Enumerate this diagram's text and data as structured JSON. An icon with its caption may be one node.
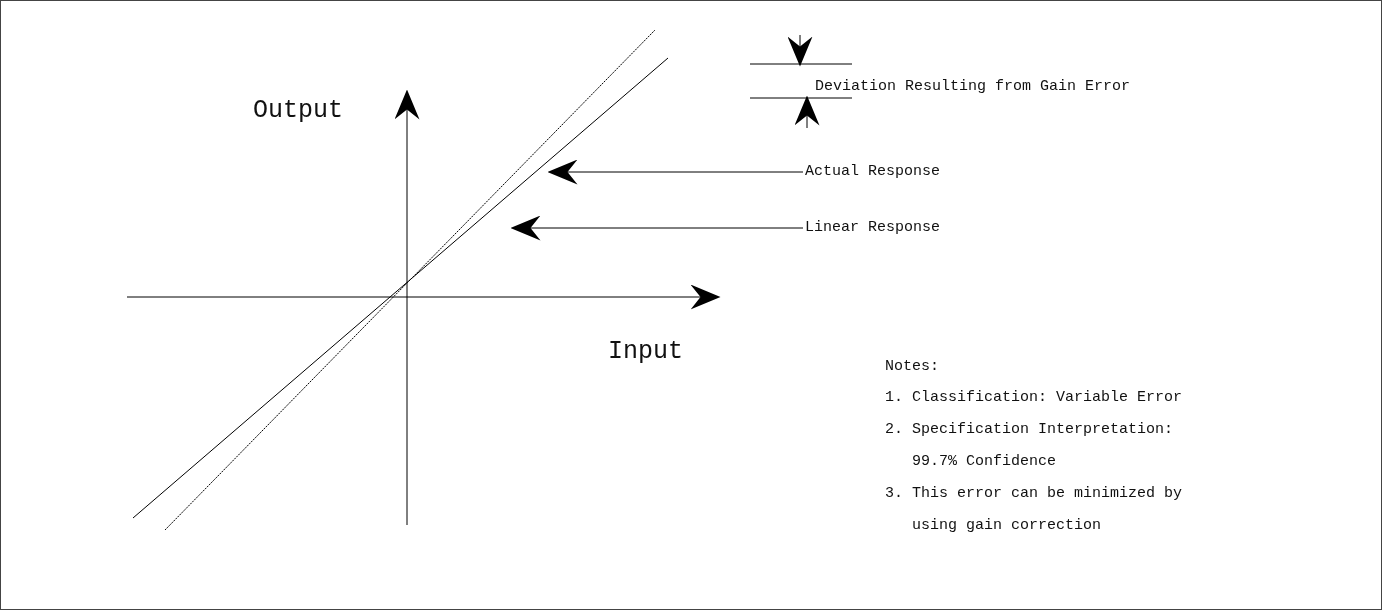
{
  "diagram": {
    "nodes": [
      {
        "text": [
          "Actual Response"
        ]
      },
      {
        "text": [],
        "shape": "line"
      },
      {
        "text": [
          "Linear Response"
        ]
      },
      {
        "text": [],
        "shape": "line"
      }
    ],
    "edges": [
      {
        "from": 0,
        "to": 1,
        "arrow": "to"
      },
      {
        "from": 2,
        "to": 3,
        "arrow": "to"
      }
    ],
    "labels": [
      "Deviation Resulting from Gain Error",
      "Output",
      "Input",
      "Notes:",
      "1. Classification: Variable Error",
      "2. Specification Interpretation: 99.7% Confidence",
      "3. This error can be minimized by using gain correction"
    ]
  }
}
